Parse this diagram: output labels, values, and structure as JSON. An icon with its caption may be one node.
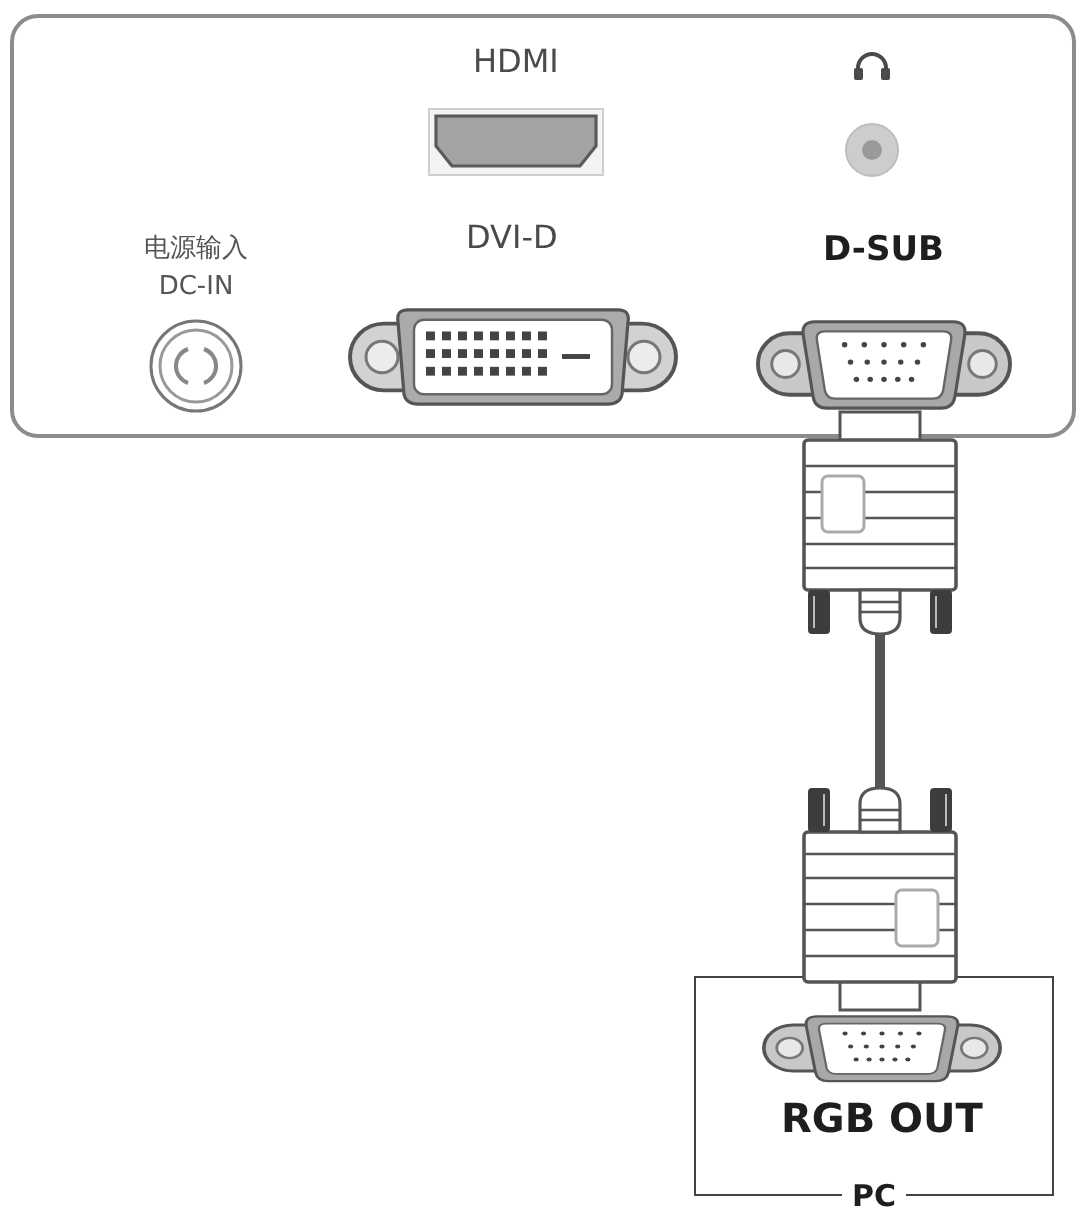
{
  "diagram": {
    "nodes": [
      {
        "text": [],
        "shape": "box"
      },
      {
        "text": [
          "HDMI"
        ],
        "in": 0
      },
      {
        "text": [],
        "shape": "circle",
        "in": 0
      },
      {
        "text": [
          "电源输入 DC-IN"
        ],
        "in": 0
      },
      {
        "text": [
          "DVI-D"
        ],
        "in": 0
      },
      {
        "text": [
          "D-SUB"
        ],
        "in": 0
      },
      {
        "text": [
          "PC"
        ]
      },
      {
        "text": [
          "RGB OUT"
        ],
        "in": 6
      }
    ],
    "edges": [
      {
        "from": 5,
        "to": 7,
        "arrow": "other"
      }
    ]
  }
}
